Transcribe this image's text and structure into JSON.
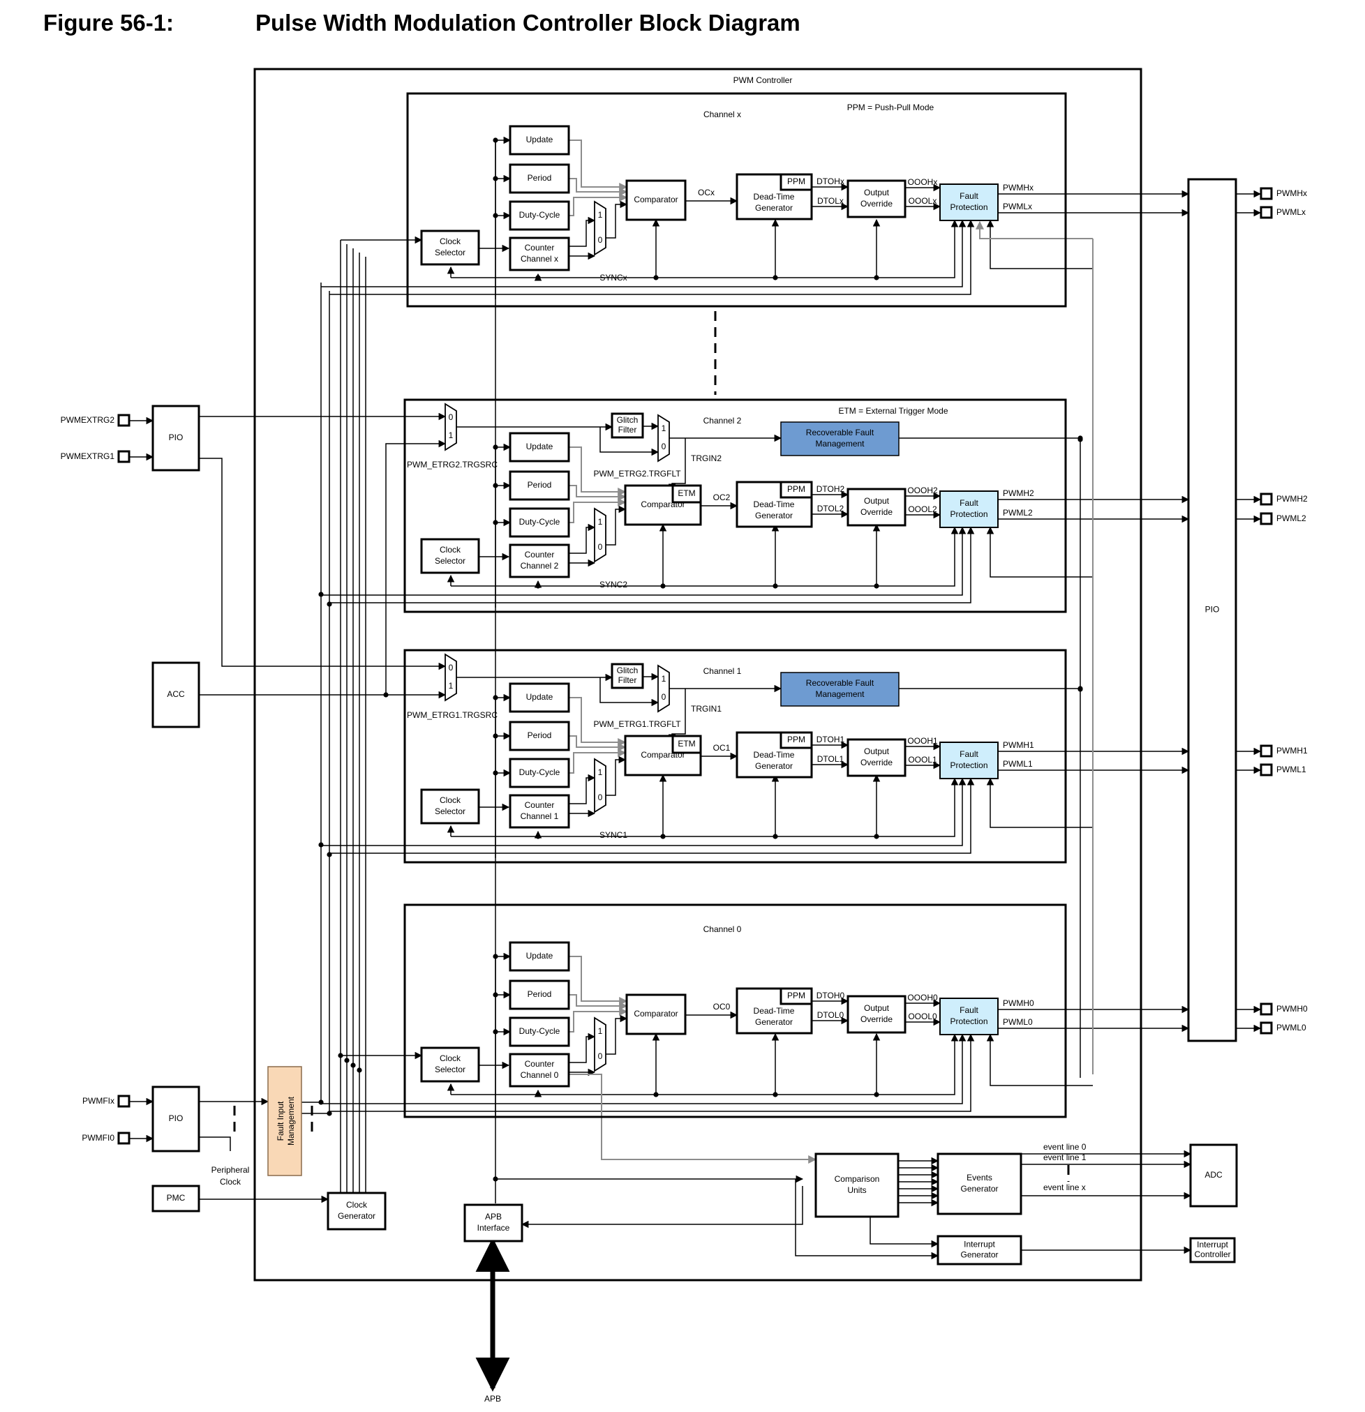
{
  "figure": {
    "number": "Figure 56-1:",
    "title": "Pulse Width Modulation Controller Block Diagram"
  },
  "labels": {
    "pwm_controller": "PWM Controller",
    "ppm_note": "PPM = Push-Pull Mode",
    "etm_note": "ETM = External Trigger Mode",
    "pio": "PIO",
    "acc": "ACC",
    "pmc": "PMC",
    "clock_generator": [
      "Clock",
      "Generator"
    ],
    "peripheral_clock": [
      "Peripheral",
      "Clock"
    ],
    "fault_input_management": [
      "Fault Input",
      "Management"
    ],
    "apb_interface": [
      "APB",
      "Interface"
    ],
    "apb": "APB",
    "comparison_units": [
      "Comparison",
      "Units"
    ],
    "events_generator": [
      "Events",
      "Generator"
    ],
    "interrupt_generator": [
      "Interrupt",
      "Generator"
    ],
    "adc": "ADC",
    "interrupt_controller": [
      "Interrupt",
      "Controller"
    ],
    "event_lines": [
      "event line 0",
      "event line 1",
      "event line x"
    ],
    "update": "Update",
    "period": "Period",
    "duty_cycle": "Duty-Cycle",
    "clock_selector": [
      "Clock",
      "Selector"
    ],
    "comparator": "Comparator",
    "etm": "ETM",
    "ppm": "PPM",
    "dead_time_generator": [
      "Dead-Time",
      "Generator"
    ],
    "output_override": [
      "Output",
      "Override"
    ],
    "fault_protection": [
      "Fault",
      "Protection"
    ],
    "glitch_filter": [
      "Glitch",
      "Filter"
    ],
    "recoverable_fault_management": [
      "Recoverable Fault",
      "Management"
    ],
    "mux_0": "0",
    "mux_1": "1"
  },
  "pins": {
    "left": [
      "PWMEXTRG2",
      "PWMEXTRG1",
      "PWMFIx",
      "PWMFI0"
    ]
  },
  "channels": [
    {
      "title": "Channel x",
      "counter": [
        "Counter",
        "Channel  x"
      ],
      "sync": "SYNCx",
      "oc": "OCx",
      "dtoh": "DTOHx",
      "dtol": "DTOLx",
      "oooh": "OOOHx",
      "oool": "OOOLx",
      "pwmh": "PWMHx",
      "pwml": "PWMLx",
      "has_etm": false
    },
    {
      "title": "Channel 2",
      "counter": [
        "Counter",
        "Channel  2"
      ],
      "sync": "SYNC2",
      "oc": "OC2",
      "dtoh": "DTOH2",
      "dtol": "DTOL2",
      "oooh": "OOOH2",
      "oool": "OOOL2",
      "pwmh": "PWMH2",
      "pwml": "PWML2",
      "has_etm": true,
      "trgsrc": "PWM_ETRG2.TRGSRC",
      "trgflt": "PWM_ETRG2.TRGFLT",
      "trgin": "TRGIN2"
    },
    {
      "title": "Channel 1",
      "counter": [
        "Counter",
        "Channel  1"
      ],
      "sync": "SYNC1",
      "oc": "OC1",
      "dtoh": "DTOH1",
      "dtol": "DTOL1",
      "oooh": "OOOH1",
      "oool": "OOOL1",
      "pwmh": "PWMH1",
      "pwml": "PWML1",
      "has_etm": true,
      "trgsrc": "PWM_ETRG1.TRGSRC",
      "trgflt": "PWM_ETRG1.TRGFLT",
      "trgin": "TRGIN1"
    },
    {
      "title": "Channel 0",
      "counter": [
        "Counter",
        "Channel  0"
      ],
      "sync": "",
      "oc": "OC0",
      "dtoh": "DTOH0",
      "dtol": "DTOL0",
      "oooh": "OOOH0",
      "oool": "OOOL0",
      "pwmh": "PWMH0",
      "pwml": "PWML0",
      "has_etm": false
    }
  ]
}
